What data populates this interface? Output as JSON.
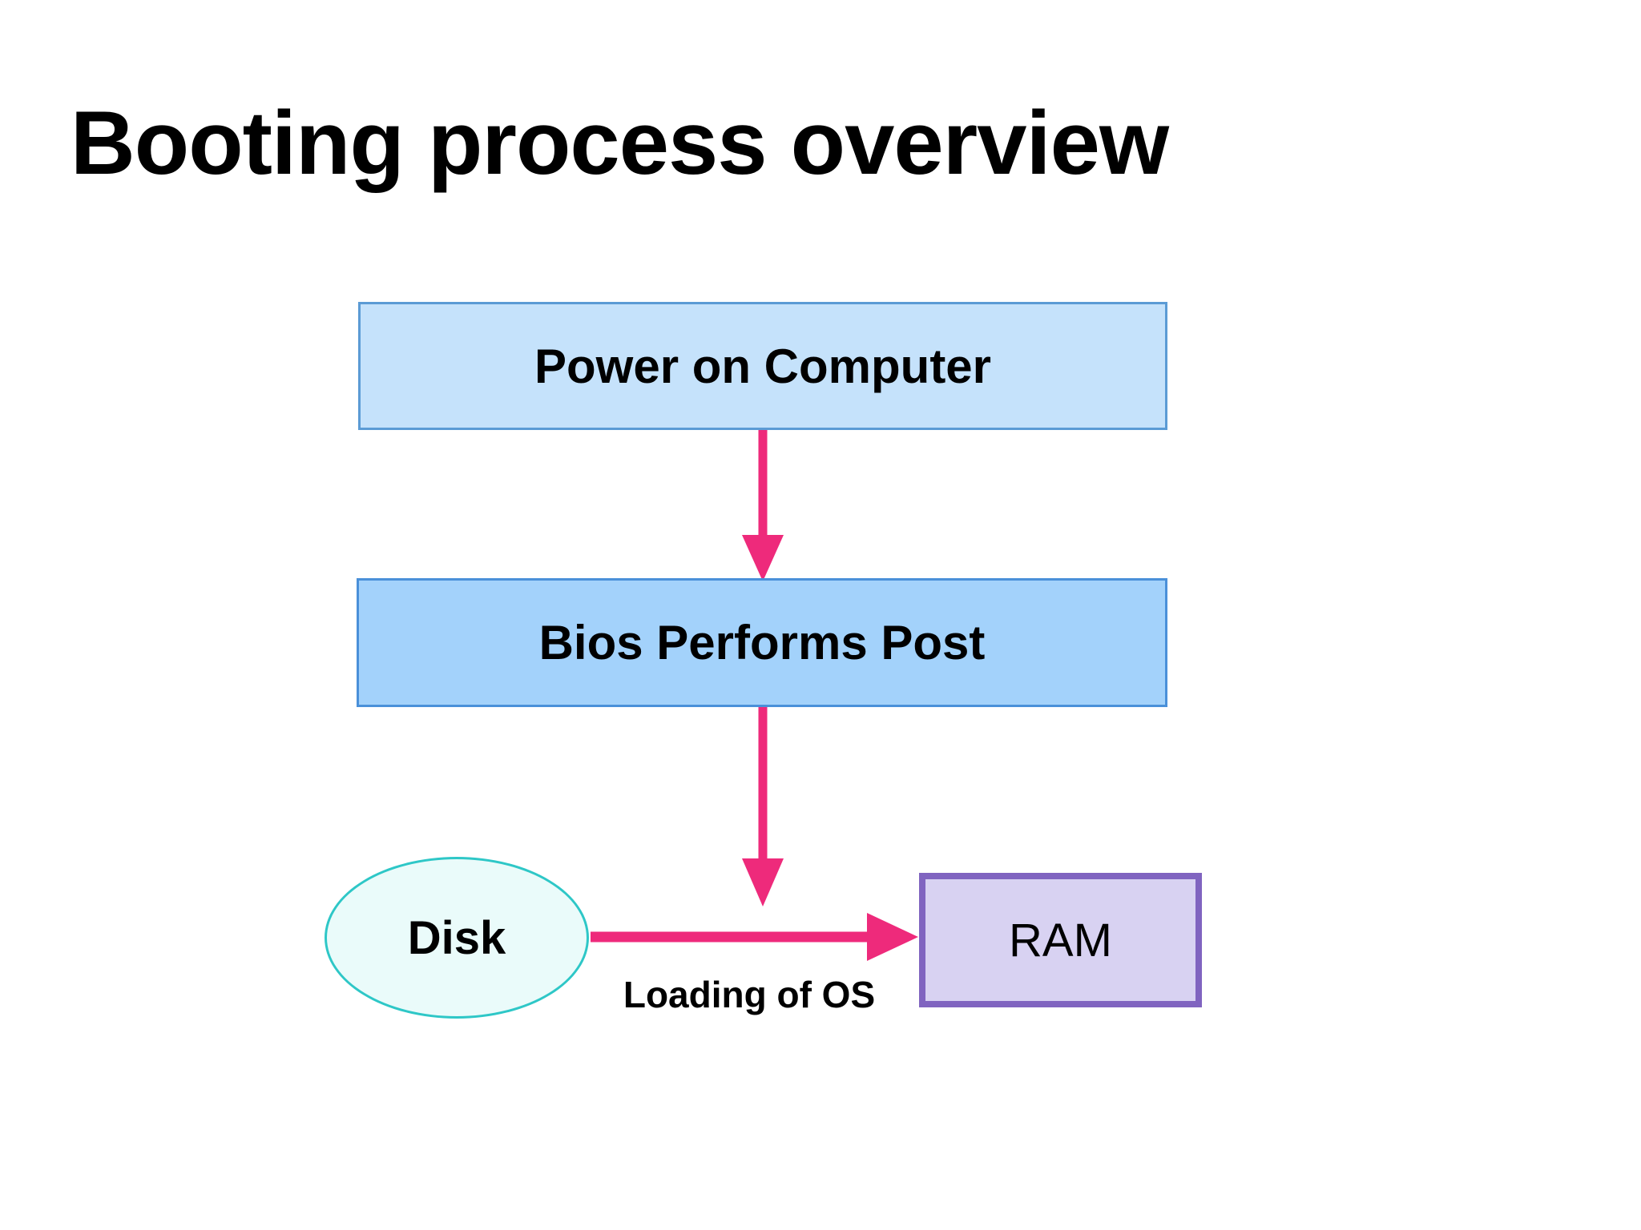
{
  "slide": {
    "title": "Booting process overview",
    "background_color": "#FFFFFF"
  },
  "diagram": {
    "type": "flowchart",
    "nodes": [
      {
        "id": "power-on-computer",
        "label": "Power on Computer",
        "shape": "rectangle",
        "fill": "#C5E2FB",
        "stroke": "#5B9BD5"
      },
      {
        "id": "bios-performs-post",
        "label": "Bios Performs Post",
        "shape": "rectangle",
        "fill": "#A3D2FB",
        "stroke": "#4A90D9"
      },
      {
        "id": "disk",
        "label": "Disk",
        "shape": "ellipse",
        "fill": "#EAFBFA",
        "stroke": "#2EC7C7"
      },
      {
        "id": "ram",
        "label": "RAM",
        "shape": "rectangle",
        "fill": "#D8D2F2",
        "stroke": "#8064C0"
      }
    ],
    "edges": [
      {
        "id": "power-to-bios",
        "from": "power-on-computer",
        "to": "bios-performs-post",
        "label": "",
        "color": "#EE2A7B",
        "direction": "down"
      },
      {
        "id": "bios-to-ram",
        "from": "bios-performs-post",
        "to": "ram",
        "label": "",
        "color": "#EE2A7B",
        "direction": "down"
      },
      {
        "id": "disk-to-ram",
        "from": "disk",
        "to": "ram",
        "label": "Loading of OS",
        "color": "#EE2A7B",
        "direction": "right"
      }
    ],
    "arrow_color": "#EE2A7B"
  }
}
